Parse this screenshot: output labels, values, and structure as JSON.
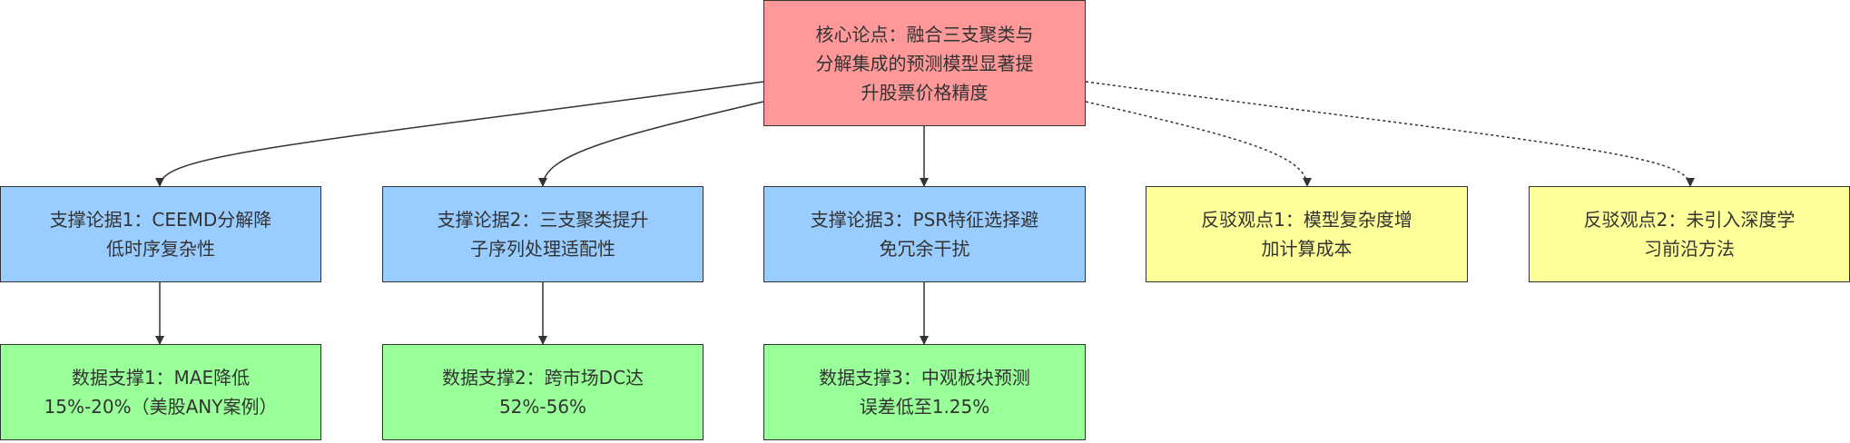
{
  "nodes": {
    "core": {
      "lines": [
        "核心论点：融合三支聚类与",
        "分解集成的预测模型显著提",
        "升股票价格精度"
      ],
      "color": "#ff9999"
    },
    "support1": {
      "lines": [
        "支撑论据1：CEEMD分解降",
        "低时序复杂性"
      ],
      "color": "#99ccff"
    },
    "support2": {
      "lines": [
        "支撑论据2：三支聚类提升",
        "子序列处理适配性"
      ],
      "color": "#99ccff"
    },
    "support3": {
      "lines": [
        "支撑论据3：PSR特征选择避",
        "免冗余干扰"
      ],
      "color": "#99ccff"
    },
    "rebuttal1": {
      "lines": [
        "反驳观点1：模型复杂度增",
        "加计算成本"
      ],
      "color": "#ffff99"
    },
    "rebuttal2": {
      "lines": [
        "反驳观点2：未引入深度学",
        "习前沿方法"
      ],
      "color": "#ffff99"
    },
    "data1": {
      "lines": [
        "数据支撑1：MAE降低",
        "15%-20%（美股ANY案例）"
      ],
      "color": "#99ff99"
    },
    "data2": {
      "lines": [
        "数据支撑2：跨市场DC达",
        "52%-56%"
      ],
      "color": "#99ff99"
    },
    "data3": {
      "lines": [
        "数据支撑3：中观板块预测",
        "误差低至1.25%"
      ],
      "color": "#99ff99"
    }
  },
  "edges": [
    {
      "from": "core",
      "to": "support1",
      "style": "solid"
    },
    {
      "from": "core",
      "to": "support2",
      "style": "solid"
    },
    {
      "from": "core",
      "to": "support3",
      "style": "solid"
    },
    {
      "from": "core",
      "to": "rebuttal1",
      "style": "dotted"
    },
    {
      "from": "core",
      "to": "rebuttal2",
      "style": "dotted"
    },
    {
      "from": "support1",
      "to": "data1",
      "style": "solid"
    },
    {
      "from": "support2",
      "to": "data2",
      "style": "solid"
    },
    {
      "from": "support3",
      "to": "data3",
      "style": "solid"
    }
  ]
}
